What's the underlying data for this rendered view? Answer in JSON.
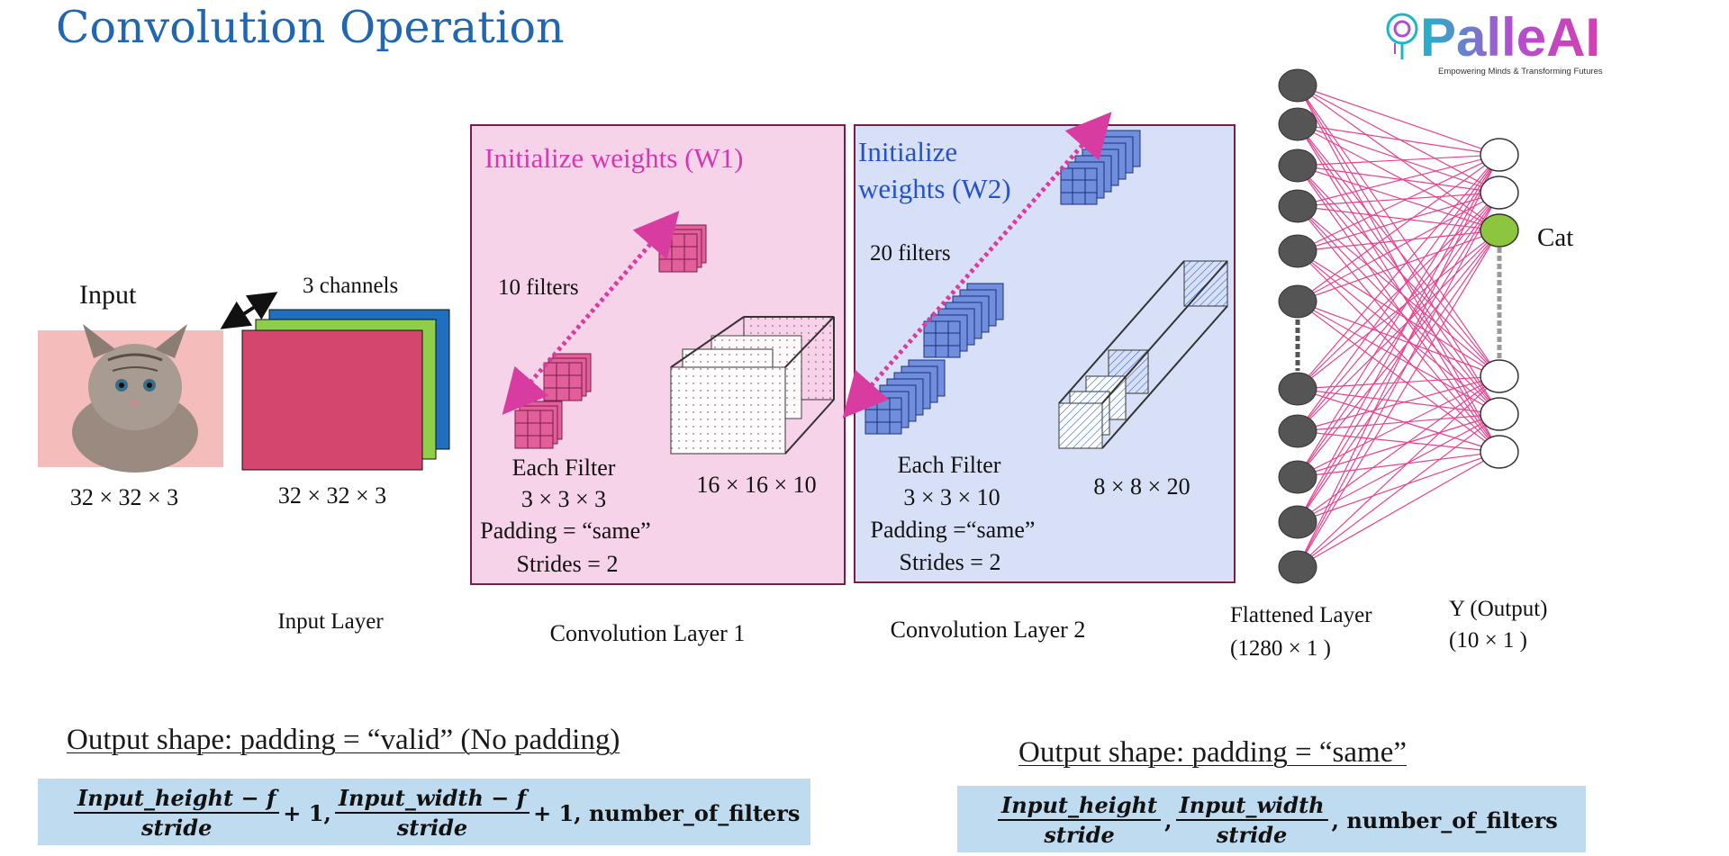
{
  "title": "Convolution Operation",
  "logo": {
    "text": "PalleAI",
    "tagline": "Empowering Minds & Transforming Futures"
  },
  "input": {
    "label": "Input",
    "image": "cat-photo",
    "dims": "32 × 32 × 3"
  },
  "input_layer": {
    "channels_label": "3 channels",
    "dims": "32 × 32 × 3",
    "name": "Input Layer",
    "colors": [
      "#d4466e",
      "#8fce4a",
      "#1f6fc1"
    ]
  },
  "conv1": {
    "weights_label": "Initialize weights (W1)",
    "filters_label": "10 filters",
    "filter_info": [
      "Each Filter",
      "3 × 3 × 3",
      "Padding = “same”",
      "Strides = 2"
    ],
    "output_dims": "16 × 16 × 10",
    "name": "Convolution Layer 1"
  },
  "conv2": {
    "weights_label": "Initialize weights (W2)",
    "filters_label": "20 filters",
    "filter_info": [
      "Each Filter",
      "3 × 3 × 10",
      "Padding =“same”",
      "Strides = 2"
    ],
    "output_dims": "8 × 8 × 20",
    "name": "Convolution Layer 2"
  },
  "flattened": {
    "name": "Flattened Layer",
    "dims": "(1280 × 1 )",
    "node_color": "#555555"
  },
  "output": {
    "name": "Y (Output)",
    "dims": "(10 × 1 )",
    "active_label": "Cat",
    "active_color": "#8cc63f"
  },
  "connection_color": "#e8428e",
  "formula_valid": {
    "heading": "Output shape: padding = “valid” (No padding)",
    "h_num": "Input_height − f",
    "h_den": "stride",
    "plus": "+ 1,",
    "w_num": "Input_width − f",
    "w_den": "stride",
    "tail": "+ 1, number_of_filters"
  },
  "formula_same": {
    "heading": "Output shape: padding = “same”",
    "h_num": "Input_height",
    "h_den": "stride",
    "comma": ",",
    "w_num": "Input_width",
    "w_den": "stride",
    "tail": ", number_of_filters"
  }
}
